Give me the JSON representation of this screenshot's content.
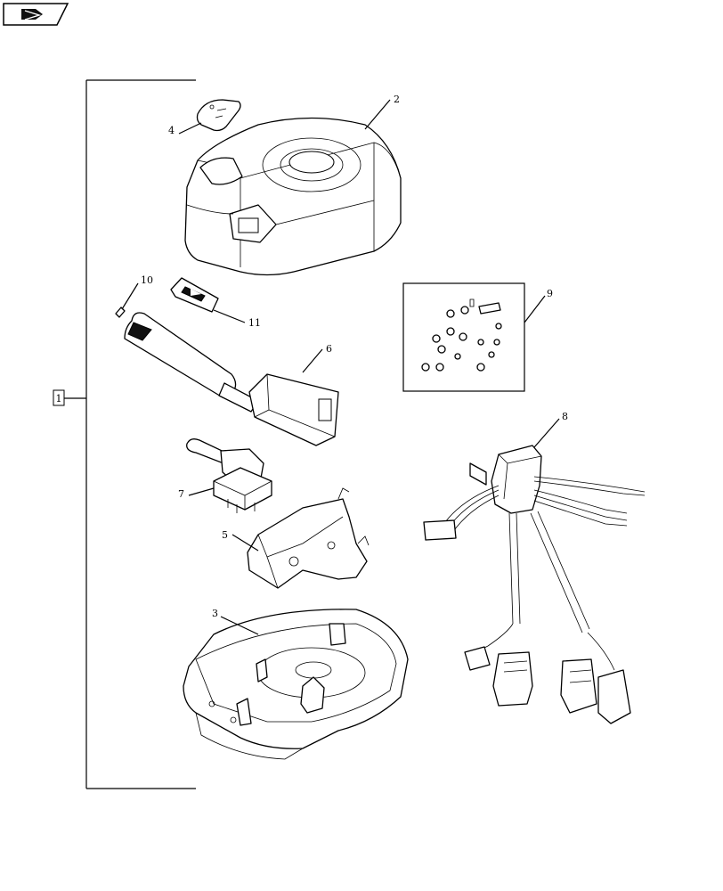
{
  "callouts": {
    "c1": "1",
    "c2": "2",
    "c3": "3",
    "c4": "4",
    "c5": "5",
    "c6": "6",
    "c7": "7",
    "c8": "8",
    "c9": "9",
    "c10": "10",
    "c11": "11"
  },
  "icons": {
    "nav": "arrow-navigation-icon"
  }
}
